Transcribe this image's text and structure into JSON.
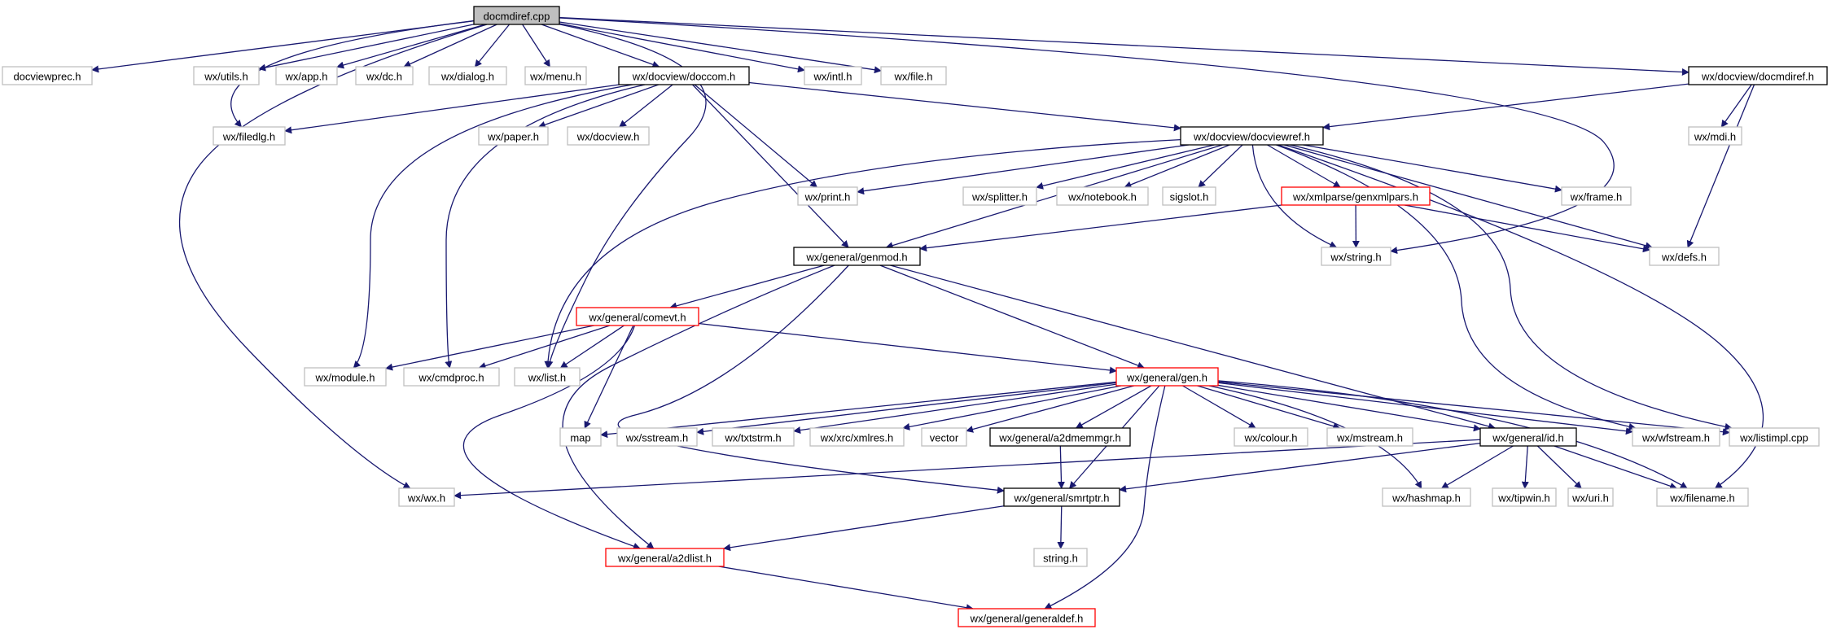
{
  "graph_title": "docmdiref.cpp",
  "nodes": [
    {
      "id": "docmdiref_cpp",
      "label": "docmdiref.cpp",
      "style": "root"
    },
    {
      "id": "docviewprec",
      "label": "docviewprec.h",
      "style": "plain"
    },
    {
      "id": "utils",
      "label": "wx/utils.h",
      "style": "plain"
    },
    {
      "id": "app",
      "label": "wx/app.h",
      "style": "plain"
    },
    {
      "id": "dc",
      "label": "wx/dc.h",
      "style": "plain"
    },
    {
      "id": "dialog",
      "label": "wx/dialog.h",
      "style": "plain"
    },
    {
      "id": "menu",
      "label": "wx/menu.h",
      "style": "plain"
    },
    {
      "id": "doccom",
      "label": "wx/docview/doccom.h",
      "style": "documented"
    },
    {
      "id": "intl",
      "label": "wx/intl.h",
      "style": "plain"
    },
    {
      "id": "file",
      "label": "wx/file.h",
      "style": "plain"
    },
    {
      "id": "docmdiref_h",
      "label": "wx/docview/docmdiref.h",
      "style": "documented"
    },
    {
      "id": "filedlg",
      "label": "wx/filedlg.h",
      "style": "plain"
    },
    {
      "id": "paper",
      "label": "wx/paper.h",
      "style": "plain"
    },
    {
      "id": "docview",
      "label": "wx/docview.h",
      "style": "plain"
    },
    {
      "id": "docviewref",
      "label": "wx/docview/docviewref.h",
      "style": "documented"
    },
    {
      "id": "mdi",
      "label": "wx/mdi.h",
      "style": "plain"
    },
    {
      "id": "print",
      "label": "wx/print.h",
      "style": "plain"
    },
    {
      "id": "splitter",
      "label": "wx/splitter.h",
      "style": "plain"
    },
    {
      "id": "notebook",
      "label": "wx/notebook.h",
      "style": "plain"
    },
    {
      "id": "sigslot",
      "label": "sigslot.h",
      "style": "plain"
    },
    {
      "id": "genxmlpars",
      "label": "wx/xmlparse/genxmlpars.h",
      "style": "truncated"
    },
    {
      "id": "frame",
      "label": "wx/frame.h",
      "style": "plain"
    },
    {
      "id": "genmod",
      "label": "wx/general/genmod.h",
      "style": "documented"
    },
    {
      "id": "string_wx",
      "label": "wx/string.h",
      "style": "plain"
    },
    {
      "id": "defs",
      "label": "wx/defs.h",
      "style": "plain"
    },
    {
      "id": "comevt",
      "label": "wx/general/comevt.h",
      "style": "truncated"
    },
    {
      "id": "module",
      "label": "wx/module.h",
      "style": "plain"
    },
    {
      "id": "cmdproc",
      "label": "wx/cmdproc.h",
      "style": "plain"
    },
    {
      "id": "list",
      "label": "wx/list.h",
      "style": "plain"
    },
    {
      "id": "gen",
      "label": "wx/general/gen.h",
      "style": "truncated"
    },
    {
      "id": "map",
      "label": "map",
      "style": "plain"
    },
    {
      "id": "sstream",
      "label": "wx/sstream.h",
      "style": "plain"
    },
    {
      "id": "txtstrm",
      "label": "wx/txtstrm.h",
      "style": "plain"
    },
    {
      "id": "xmlres",
      "label": "wx/xrc/xmlres.h",
      "style": "plain"
    },
    {
      "id": "vector",
      "label": "vector",
      "style": "plain"
    },
    {
      "id": "a2dmemmgr",
      "label": "wx/general/a2dmemmgr.h",
      "style": "documented"
    },
    {
      "id": "colour",
      "label": "wx/colour.h",
      "style": "plain"
    },
    {
      "id": "mstream",
      "label": "wx/mstream.h",
      "style": "plain"
    },
    {
      "id": "id",
      "label": "wx/general/id.h",
      "style": "documented"
    },
    {
      "id": "wfstream",
      "label": "wx/wfstream.h",
      "style": "plain"
    },
    {
      "id": "listimpl",
      "label": "wx/listimpl.cpp",
      "style": "plain"
    },
    {
      "id": "wx",
      "label": "wx/wx.h",
      "style": "plain"
    },
    {
      "id": "smrtptr",
      "label": "wx/general/smrtptr.h",
      "style": "documented"
    },
    {
      "id": "hashmap",
      "label": "wx/hashmap.h",
      "style": "plain"
    },
    {
      "id": "tipwin",
      "label": "wx/tipwin.h",
      "style": "plain"
    },
    {
      "id": "uri",
      "label": "wx/uri.h",
      "style": "plain"
    },
    {
      "id": "filename",
      "label": "wx/filename.h",
      "style": "plain"
    },
    {
      "id": "string_std",
      "label": "string.h",
      "style": "plain"
    },
    {
      "id": "a2dlist",
      "label": "wx/general/a2dlist.h",
      "style": "truncated"
    },
    {
      "id": "generaldef",
      "label": "wx/general/generaldef.h",
      "style": "truncated"
    }
  ],
  "edges": [
    [
      "docmdiref_cpp",
      "docviewprec"
    ],
    [
      "docmdiref_cpp",
      "utils"
    ],
    [
      "docmdiref_cpp",
      "app"
    ],
    [
      "docmdiref_cpp",
      "dc"
    ],
    [
      "docmdiref_cpp",
      "dialog"
    ],
    [
      "docmdiref_cpp",
      "menu"
    ],
    [
      "docmdiref_cpp",
      "doccom"
    ],
    [
      "docmdiref_cpp",
      "intl"
    ],
    [
      "docmdiref_cpp",
      "file"
    ],
    [
      "docmdiref_cpp",
      "docmdiref_h"
    ],
    [
      "docmdiref_cpp",
      "filedlg"
    ],
    [
      "docmdiref_cpp",
      "wx"
    ],
    [
      "docmdiref_cpp",
      "list"
    ],
    [
      "docmdiref_cpp",
      "string_wx"
    ],
    [
      "doccom",
      "filedlg"
    ],
    [
      "doccom",
      "paper"
    ],
    [
      "doccom",
      "docview"
    ],
    [
      "doccom",
      "docviewref"
    ],
    [
      "doccom",
      "print"
    ],
    [
      "doccom",
      "genmod"
    ],
    [
      "doccom",
      "module"
    ],
    [
      "doccom",
      "cmdproc"
    ],
    [
      "docmdiref_h",
      "docviewref"
    ],
    [
      "docmdiref_h",
      "mdi"
    ],
    [
      "docmdiref_h",
      "defs"
    ],
    [
      "docviewref",
      "print"
    ],
    [
      "docviewref",
      "splitter"
    ],
    [
      "docviewref",
      "notebook"
    ],
    [
      "docviewref",
      "sigslot"
    ],
    [
      "docviewref",
      "genxmlpars"
    ],
    [
      "docviewref",
      "frame"
    ],
    [
      "docviewref",
      "genmod"
    ],
    [
      "docviewref",
      "string_wx"
    ],
    [
      "docviewref",
      "defs"
    ],
    [
      "docviewref",
      "list"
    ],
    [
      "docviewref",
      "wfstream"
    ],
    [
      "docviewref",
      "listimpl"
    ],
    [
      "docviewref",
      "filename"
    ],
    [
      "genxmlpars",
      "string_wx"
    ],
    [
      "genxmlpars",
      "genmod"
    ],
    [
      "genxmlpars",
      "defs"
    ],
    [
      "genmod",
      "comevt"
    ],
    [
      "genmod",
      "gen"
    ],
    [
      "genmod",
      "id"
    ],
    [
      "genmod",
      "smrtptr"
    ],
    [
      "genmod",
      "a2dlist"
    ],
    [
      "comevt",
      "module"
    ],
    [
      "comevt",
      "cmdproc"
    ],
    [
      "comevt",
      "list"
    ],
    [
      "comevt",
      "map"
    ],
    [
      "comevt",
      "gen"
    ],
    [
      "comevt",
      "a2dlist"
    ],
    [
      "gen",
      "map"
    ],
    [
      "gen",
      "sstream"
    ],
    [
      "gen",
      "txtstrm"
    ],
    [
      "gen",
      "xmlres"
    ],
    [
      "gen",
      "vector"
    ],
    [
      "gen",
      "a2dmemmgr"
    ],
    [
      "gen",
      "colour"
    ],
    [
      "gen",
      "mstream"
    ],
    [
      "gen",
      "id"
    ],
    [
      "gen",
      "wfstream"
    ],
    [
      "gen",
      "listimpl"
    ],
    [
      "gen",
      "hashmap"
    ],
    [
      "gen",
      "filename"
    ],
    [
      "gen",
      "smrtptr"
    ],
    [
      "gen",
      "generaldef"
    ],
    [
      "a2dmemmgr",
      "smrtptr"
    ],
    [
      "id",
      "wx"
    ],
    [
      "id",
      "smrtptr"
    ],
    [
      "id",
      "hashmap"
    ],
    [
      "id",
      "tipwin"
    ],
    [
      "id",
      "uri"
    ],
    [
      "id",
      "filename"
    ],
    [
      "smrtptr",
      "string_std"
    ],
    [
      "smrtptr",
      "a2dlist"
    ],
    [
      "a2dlist",
      "generaldef"
    ]
  ],
  "style_colors": {
    "root": {
      "fill": "#bfbfbf",
      "stroke": "#000000"
    },
    "documented": {
      "fill": "#ffffff",
      "stroke": "#000000"
    },
    "plain": {
      "fill": "#ffffff",
      "stroke": "#bfbfbf"
    },
    "truncated": {
      "fill": "#ffffff",
      "stroke": "#ff0000"
    },
    "edge": "#191970"
  }
}
